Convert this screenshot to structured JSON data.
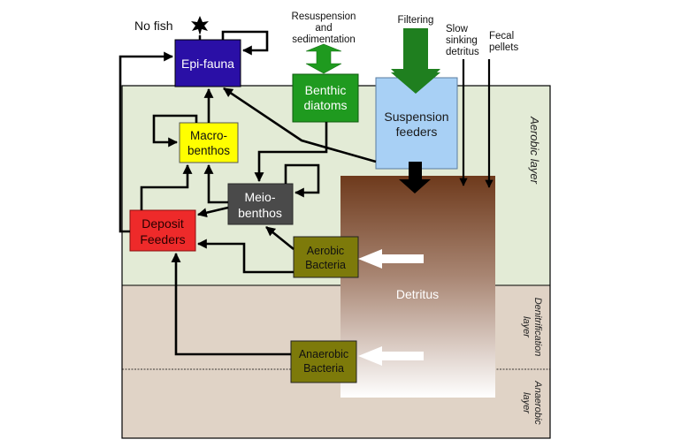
{
  "layers": {
    "aerobic": {
      "label": "Aerobic layer",
      "color": "#e3ebd6"
    },
    "denitrification": {
      "label_line1": "Denitrification",
      "label_line2": "layer",
      "color": "#e0d3c6"
    },
    "anaerobic": {
      "label_line1": "Anaerobic",
      "label_line2": "layer",
      "color": "#e0d3c6"
    }
  },
  "top_labels": {
    "no_fish": "No fish",
    "resuspension_line1": "Resuspension",
    "resuspension_line2": "and",
    "resuspension_line3": "sedimentation",
    "filtering": "Filtering",
    "slow_line1": "Slow",
    "slow_line2": "sinking",
    "slow_line3": "detritus",
    "fecal_line1": "Fecal",
    "fecal_line2": "pellets"
  },
  "nodes": {
    "epifauna": {
      "label": "Epi-fauna",
      "color": "#2a0fa6",
      "text_color": "#ffffff"
    },
    "benthic_diatoms": {
      "line1": "Benthic",
      "line2": "diatoms",
      "color": "#1f9a1f",
      "text_color": "#ffffff"
    },
    "suspension_feeders": {
      "line1": "Suspension",
      "line2": "feeders",
      "color": "#a8d0f5",
      "text_color": "#1a1a1a"
    },
    "macrobenthos": {
      "line1": "Macro-",
      "line2": "benthos",
      "color": "#ffff00",
      "text_color": "#111111"
    },
    "meiobenthos": {
      "line1": "Meio-",
      "line2": "benthos",
      "color": "#4a4a4a",
      "text_color": "#ffffff"
    },
    "deposit_feeders": {
      "line1": "Deposit",
      "line2": "Feeders",
      "color": "#ee2a2a",
      "text_color": "#2a0000"
    },
    "aerobic_bacteria": {
      "line1": "Aerobic",
      "line2": "Bacteria",
      "color": "#7d7a0a",
      "text_color": "#111111"
    },
    "anaerobic_bacteria": {
      "line1": "Anaerobic",
      "line2": "Bacteria",
      "color": "#7d7a0a",
      "text_color": "#111111"
    },
    "detritus": {
      "label": "Detritus",
      "color_top": "#6e3a1c",
      "color_bottom": "#ffffff",
      "text_color": "#ffffff"
    }
  },
  "colors": {
    "arrow": "#000000",
    "green_arrow": "#1f8f1f",
    "white_arrow": "#ffffff"
  }
}
